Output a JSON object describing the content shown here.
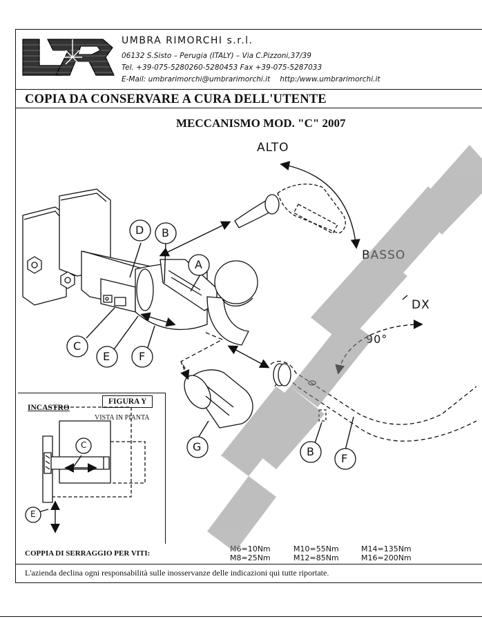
{
  "header": {
    "company": "UMBRA RIMORCHI s.r.l.",
    "postal": "06132 S.Sisto",
    "city": "Perugia (ITALY)",
    "street": "Via C.Pizzoni,37/39",
    "phone": "Tel. +39-075-5280260-5280453 Fax +39-075-5287033",
    "email": "E-Mail: umbrarimorchi@umbrarimorchi.it",
    "web": "http:/www.umbrarimorchi.it"
  },
  "copia": "COPIA DA CONSERVARE A CURA DELL'UTENTE",
  "title": "MECCANISMO MOD. \"C\" 2007",
  "labels": {
    "alto": "ALTO",
    "basso": "BASSO",
    "dx": "DX",
    "angle": "90°",
    "a": "A",
    "b": "B",
    "c": "C",
    "d": "D",
    "e": "E",
    "f": "F",
    "g": "G",
    "b2": "B",
    "f2": "F"
  },
  "figure": {
    "box_label": "FIGURA Y",
    "view": "VISTA IN PIANTA",
    "incastro": "INCASTRO",
    "c": "C",
    "e": "E"
  },
  "torque": {
    "label": "COPPIA DI SERRAGGIO PER VITI:",
    "values": [
      "M6=10Nm",
      "M8=25Nm",
      "M10=55Nm",
      "M12=85Nm",
      "M14=135Nm",
      "M16=200Nm"
    ]
  },
  "disclaimer": "L'azienda declina ogni responsabilità sulle inosservanze delle indicazioni qui tutte riportate."
}
